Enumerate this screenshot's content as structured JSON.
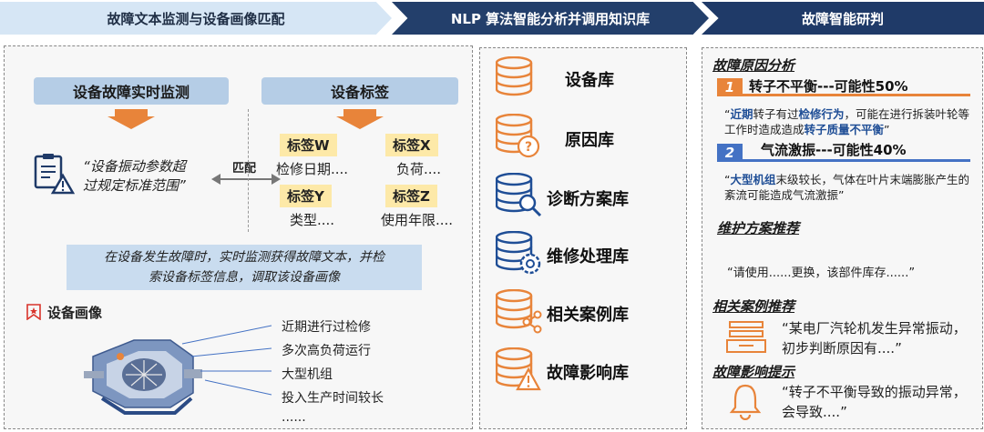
{
  "banners": {
    "step1": "故障文本监测与设备画像匹配",
    "step2": "NLP 算法智能分析并调用知识库",
    "step3": "故障智能研判"
  },
  "left": {
    "monitor_title": "设备故障实时监测",
    "tag_title": "设备标签",
    "monitor_text_line1": "“设备振动参数超",
    "monitor_text_line2": "过规定标准范围”",
    "match_label": "匹配",
    "tags": [
      {
        "name": "标签W",
        "value": "检修日期...."
      },
      {
        "name": "标签X",
        "value": "负荷...."
      },
      {
        "name": "标签Y",
        "value": "类型...."
      },
      {
        "name": "标签Z",
        "value": "使用年限...."
      }
    ],
    "info_line1": "在设备发生故障时，实时监测获得故障文本，并检",
    "info_line2": "索设备标签信息，调取该设备画像",
    "portrait_title": "设备画像",
    "portrait_items": [
      "近期进行过检修",
      "多次高负荷运行",
      "大型机组",
      "投入生产时间较长",
      "......"
    ]
  },
  "middle": {
    "libraries": [
      "设备库",
      "原因库",
      "诊断方案库",
      "维修处理库",
      "相关案例库",
      "故障影响库"
    ]
  },
  "right": {
    "cause_title": "故障原因分析",
    "causes": [
      {
        "num": "1",
        "title": "转子不平衡---可能性50%",
        "q_pre": "“",
        "q_hl1": "近期",
        "q_mid1": "转子有过",
        "q_hl2": "检修行为",
        "q_mid2": "，可能在进行拆装叶轮等工作时造成造成",
        "q_hl3": "转子质量不平衡",
        "q_post": "”"
      },
      {
        "num": "2",
        "title": "气流激振---可能性40%",
        "q_pre": "“",
        "q_hl1": "大型机组",
        "q_mid1": "末级较长，气体在叶片末端膨胀产生的紊流可能造成气流激振”"
      }
    ],
    "maint_title": "维护方案推荐",
    "maint_text": "“请使用......更换，该部件库存......”",
    "case_title": "相关案例推荐",
    "case_text": "“某电厂汽轮机发生异常振动，初步判断原因有....”",
    "impact_title": "故障影响提示",
    "impact_text": "“转子不平衡导致的振动异常，会导致....”"
  },
  "colors": {
    "banner_light": "#d6e6f5",
    "banner_dark": "#233f6b",
    "accent_orange": "#e8843a",
    "num2_blue": "#4472c4",
    "highlight_blue": "#1f4e96",
    "tag_yellow": "#fde9a8"
  }
}
